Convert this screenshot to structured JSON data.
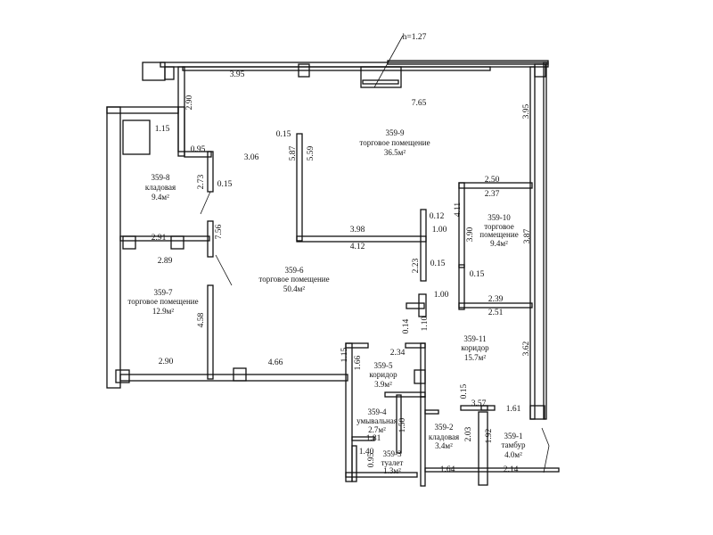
{
  "title": "Floor plan",
  "rooms": [
    {
      "id": "359-9",
      "name": "торговое помещение",
      "area": "36.5м²"
    },
    {
      "id": "359-8",
      "name": "кладовая",
      "area": "9.4м²"
    },
    {
      "id": "359-10",
      "name": "торговое",
      "name2": "помещение",
      "area": "9.4м²"
    },
    {
      "id": "359-6",
      "name": "торговое помещение",
      "area": "50.4м²"
    },
    {
      "id": "359-7",
      "name": "торговое помещение",
      "area": "12.9м²"
    },
    {
      "id": "359-11",
      "name": "коридор",
      "area": "15.7м²"
    },
    {
      "id": "359-5",
      "name": "коридор",
      "area": "3.9м²"
    },
    {
      "id": "359-4",
      "name": "умывальная",
      "area": "2.7м²"
    },
    {
      "id": "359-3",
      "name": "туалет",
      "area": "1.3м²"
    },
    {
      "id": "359-2",
      "name": "кладовая",
      "area": "3.4м²"
    },
    {
      "id": "359-1",
      "name": "тамбур",
      "area": "4.0м²"
    }
  ],
  "dims": [
    "h=1.27",
    "3.95",
    "7.65",
    "3.95",
    "2.90",
    "1.15",
    "0.15",
    "0.95",
    "3.06",
    "5.87",
    "5.59",
    "0.15",
    "2.73",
    "2.50",
    "2.37",
    "4.11",
    "0.12",
    "1.00",
    "3.98",
    "4.12",
    "3.90",
    "3.87",
    "2.91",
    "7.56",
    "2.89",
    "2.23",
    "0.15",
    "0.15",
    "1.00",
    "2.39",
    "2.51",
    "4.58",
    "0.14",
    "1.10",
    "2.90",
    "4.66",
    "1.15",
    "2.34",
    "1.66",
    "3.62",
    "0.15",
    "3.57",
    "1.61",
    "1.50",
    "1.81",
    "2.03",
    "1.92",
    "1.40",
    "0.95",
    "1.64",
    "2.14"
  ],
  "colors": {
    "wall": "#111111",
    "background": "#ffffff"
  }
}
